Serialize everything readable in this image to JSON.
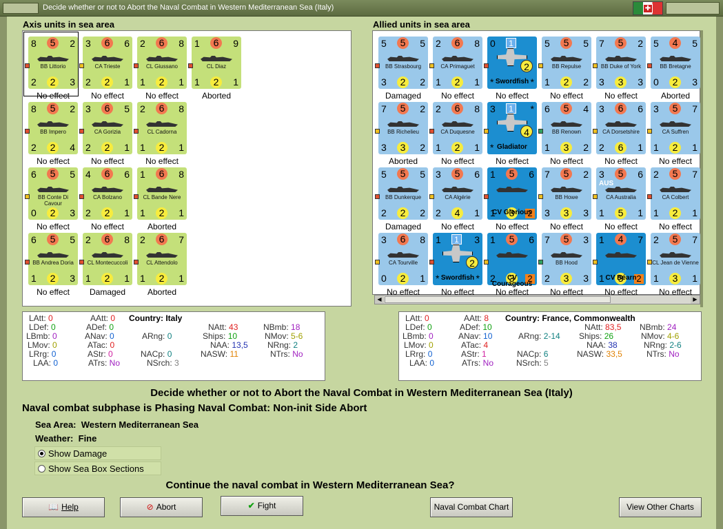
{
  "window": {
    "title": "Decide whether or not to Abort the Naval Combat in Western Mediterranean Sea (Italy)"
  },
  "axis": {
    "heading": "Axis units in sea area",
    "units": [
      {
        "name": "BB Littorio",
        "tl": "8",
        "top": "5",
        "tr": "2",
        "bl": "2",
        "bot": "2",
        "br": "3",
        "result": "No effect"
      },
      {
        "name": "CA Trieste",
        "tl": "3",
        "top": "6",
        "tr": "6",
        "bl": "2",
        "bot": "2",
        "br": "1",
        "result": "No effect"
      },
      {
        "name": "CL Giussano",
        "tl": "2",
        "top": "6",
        "tr": "8",
        "bl": "1",
        "bot": "2",
        "br": "1",
        "result": "No effect"
      },
      {
        "name": "CL Diaz",
        "tl": "1",
        "top": "6",
        "tr": "9",
        "bl": "1",
        "bot": "2",
        "br": "1",
        "result": "Aborted"
      },
      {
        "name": "BB Impero",
        "tl": "8",
        "top": "5",
        "tr": "2",
        "bl": "2",
        "bot": "2",
        "br": "4",
        "result": "No effect"
      },
      {
        "name": "CA Gorizia",
        "tl": "3",
        "top": "6",
        "tr": "5",
        "bl": "2",
        "bot": "2",
        "br": "1",
        "result": "No effect"
      },
      {
        "name": "CL Cadorna",
        "tl": "2",
        "top": "6",
        "tr": "8",
        "bl": "1",
        "bot": "2",
        "br": "1",
        "result": "No effect"
      },
      {
        "name": "BB Conte Di Cavour",
        "tl": "6",
        "top": "5",
        "tr": "5",
        "bl": "0",
        "bot": "2",
        "br": "3",
        "result": "No effect"
      },
      {
        "name": "CA Bolzano",
        "tl": "4",
        "top": "6",
        "tr": "6",
        "bl": "2",
        "bot": "2",
        "br": "1",
        "result": "No effect"
      },
      {
        "name": "CL Bande Nere",
        "tl": "1",
        "top": "6",
        "tr": "8",
        "bl": "1",
        "bot": "2",
        "br": "1",
        "result": "Aborted"
      },
      {
        "name": "BB Andrea Doria",
        "tl": "6",
        "top": "5",
        "tr": "5",
        "bl": "1",
        "bot": "2",
        "br": "3",
        "result": "No effect"
      },
      {
        "name": "CL Montecuccoli",
        "tl": "2",
        "top": "6",
        "tr": "8",
        "bl": "1",
        "bot": "2",
        "br": "1",
        "result": "Damaged"
      },
      {
        "name": "CL Attendolo",
        "tl": "2",
        "top": "6",
        "tr": "7",
        "bl": "1",
        "bot": "2",
        "br": "1",
        "result": "Aborted"
      }
    ]
  },
  "allied": {
    "heading": "Allied units in sea area",
    "units": [
      {
        "name": "BB Strasbourg",
        "tl": "5",
        "top": "5",
        "tr": "5",
        "bl": "3",
        "bot": "2",
        "br": "2",
        "result": "Damaged"
      },
      {
        "name": "CA Primaguet",
        "tl": "2",
        "top": "6",
        "tr": "8",
        "bl": "1",
        "bot": "2",
        "br": "1",
        "result": "No effect"
      },
      {
        "name": "Swordfish",
        "tl": "0",
        "top": "1",
        "tr": "",
        "bl": "*",
        "bot": "2",
        "br": "*",
        "result": "No effect",
        "air": true
      },
      {
        "name": "BB Repulse",
        "tl": "5",
        "top": "5",
        "tr": "5",
        "bl": "1",
        "bot": "2",
        "br": "2",
        "result": "No effect"
      },
      {
        "name": "BB Duke of York",
        "tl": "7",
        "top": "5",
        "tr": "2",
        "bl": "3",
        "bot": "3",
        "br": "3",
        "result": "No effect"
      },
      {
        "name": "BB Bretagne",
        "tl": "5",
        "top": "4",
        "tr": "5",
        "bl": "0",
        "bot": "2",
        "br": "3",
        "result": "Aborted"
      },
      {
        "name": "BB Richelieu",
        "tl": "7",
        "top": "5",
        "tr": "2",
        "bl": "3",
        "bot": "3",
        "br": "2",
        "result": "Aborted"
      },
      {
        "name": "CA Duquesne",
        "tl": "2",
        "top": "6",
        "tr": "8",
        "bl": "1",
        "bot": "2",
        "br": "1",
        "result": "No effect"
      },
      {
        "name": "Gladiator",
        "tl": "3",
        "top": "1",
        "tr": "*",
        "bl": "*",
        "bot": "4",
        "br": "",
        "result": "No effect",
        "air": true
      },
      {
        "name": "BB Renown",
        "tl": "6",
        "top": "5",
        "tr": "4",
        "bl": "1",
        "bot": "3",
        "br": "2",
        "result": "No effect"
      },
      {
        "name": "CA Dorsetshire",
        "tl": "3",
        "top": "6",
        "tr": "6",
        "bl": "2",
        "bot": "6",
        "br": "1",
        "result": "No effect"
      },
      {
        "name": "CA Suffren",
        "tl": "3",
        "top": "5",
        "tr": "7",
        "bl": "1",
        "bot": "2",
        "br": "1",
        "result": "No effect"
      },
      {
        "name": "BB Dunkerque",
        "tl": "5",
        "top": "5",
        "tr": "5",
        "bl": "2",
        "bot": "2",
        "br": "2",
        "result": "Damaged"
      },
      {
        "name": "CA Algérie",
        "tl": "3",
        "top": "5",
        "tr": "6",
        "bl": "2",
        "bot": "4",
        "br": "1",
        "result": "No effect"
      },
      {
        "name": "CV Glorious",
        "tl": "1",
        "top": "5",
        "tr": "6",
        "bl": "1",
        "bot": "3",
        "br": "2",
        "result": "No effect",
        "carrier": true
      },
      {
        "name": "BB Howe",
        "tl": "7",
        "top": "5",
        "tr": "2",
        "bl": "3",
        "bot": "3",
        "br": "3",
        "result": "No effect"
      },
      {
        "name": "CA Australia",
        "tl": "3",
        "top": "5",
        "tr": "6",
        "bl": "1",
        "bot": "5",
        "br": "1",
        "result": "No effect",
        "tag": "AUS"
      },
      {
        "name": "CA Colbert",
        "tl": "2",
        "top": "5",
        "tr": "7",
        "bl": "1",
        "bot": "2",
        "br": "1",
        "result": "No effect"
      },
      {
        "name": "CA Tourville",
        "tl": "3",
        "top": "6",
        "tr": "8",
        "bl": "0",
        "bot": "2",
        "br": "1",
        "result": "No effect"
      },
      {
        "name": "Swordfish",
        "tl": "1",
        "top": "1",
        "tr": "3",
        "bl": "*",
        "bot": "2",
        "br": "*",
        "result": "No effect",
        "air": true
      },
      {
        "name": "CV Courageous",
        "tl": "1",
        "top": "5",
        "tr": "6",
        "bl": "2",
        "bot": "3",
        "br": "2",
        "result": "No effect",
        "carrier": true
      },
      {
        "name": "BB Hood",
        "tl": "7",
        "top": "5",
        "tr": "3",
        "bl": "2",
        "bot": "3",
        "br": "3",
        "result": "No effect"
      },
      {
        "name": "CV Béarn",
        "tl": "1",
        "top": "4",
        "tr": "7",
        "bl": "1",
        "bot": "3",
        "br": "2",
        "result": "No effect",
        "carrier": true
      },
      {
        "name": "CL Jean de Vienne",
        "tl": "2",
        "top": "5",
        "tr": "7",
        "bl": "1",
        "bot": "3",
        "br": "1",
        "result": "No effect"
      }
    ]
  },
  "axis_stats": {
    "latt": "0",
    "ldef": "0",
    "lbmb": "0",
    "lmov": "0",
    "lrrg": "0",
    "laa": "0",
    "aatt": "0",
    "adef": "0",
    "anav": "0",
    "atac": "0",
    "astr": "0",
    "atrs": "No",
    "arng": "0",
    "nacp": "0",
    "nsrch": "3",
    "country_label": "Country:",
    "country": "Italy",
    "natt": "43",
    "ships": "10",
    "naa": "13,5",
    "nasw": "11",
    "nbmb": "18",
    "nmov": "5-6",
    "nrng": "2",
    "ntrs": "No"
  },
  "allied_stats": {
    "latt": "0",
    "ldef": "0",
    "lbmb": "0",
    "lmov": "0",
    "lrrg": "0",
    "laa": "0",
    "aatt": "8",
    "adef": "10",
    "anav": "10",
    "atac": "4",
    "astr": "1",
    "atrs": "No",
    "arng": "2-14",
    "nacp": "6",
    "nsrch": "5",
    "country_label": "Country:",
    "country": "France, Commonwealth",
    "natt": "83,5",
    "ships": "26",
    "naa": "38",
    "nasw": "33,5",
    "nbmb": "24",
    "nmov": "4-6",
    "nrng": "2-6",
    "ntrs": "No"
  },
  "heading": "Decide whether or not to Abort the Naval Combat in Western Mediterranean Sea (Italy)",
  "subphase": "Naval combat subphase is Phasing Naval Combat: Non-init Side Abort",
  "sea_area_label": "Sea Area:",
  "sea_area": "Western Mediterranean Sea",
  "weather_label": "Weather:",
  "weather": "Fine",
  "options": {
    "show_damage": "Show Damage",
    "show_sea_box": "Show Sea Box Sections"
  },
  "question": "Continue the naval combat in Western Mediterranean Sea?",
  "buttons": {
    "help": "Help",
    "abort": "Abort",
    "fight": "Fight",
    "naval_chart": "Naval Combat Chart",
    "other_charts": "View Other Charts"
  }
}
